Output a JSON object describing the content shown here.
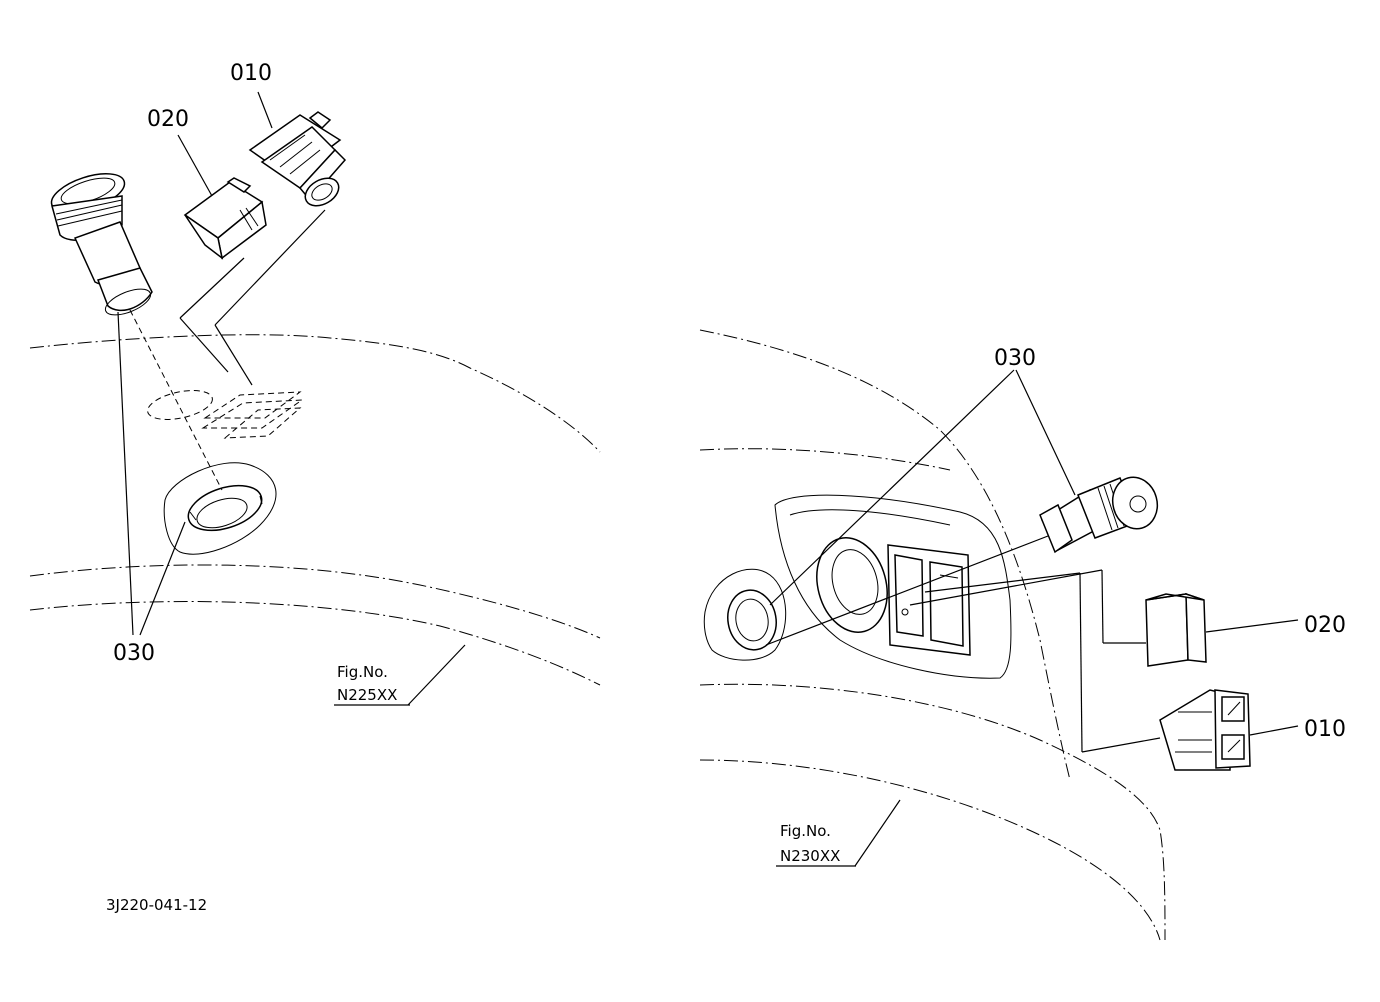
{
  "left_figure": {
    "callouts": {
      "c010": "010",
      "c020": "020",
      "c030": "030"
    },
    "fig_caption": "Fig.No.",
    "fig_number": "N225XX"
  },
  "right_figure": {
    "callouts": {
      "c030": "030",
      "c020": "020",
      "c010": "010"
    },
    "fig_caption": "Fig.No.",
    "fig_number": "N230XX"
  },
  "drawing_code": "3J220-041-12"
}
